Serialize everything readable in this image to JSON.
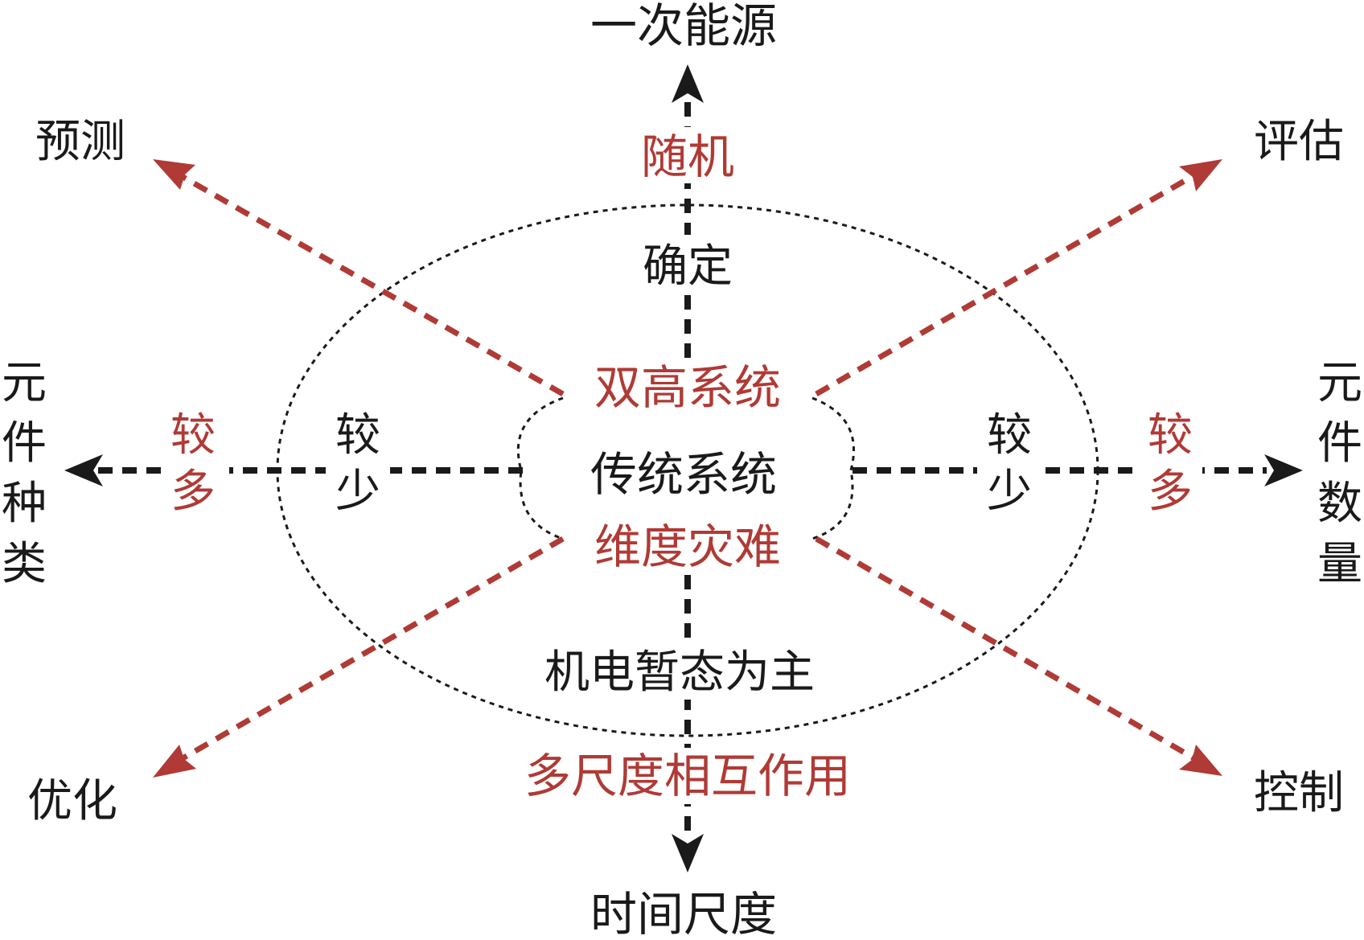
{
  "colors": {
    "black": "#1a1a1a",
    "red": "#b03a35"
  },
  "axes": {
    "top": "一次能源",
    "bottom": "时间尺度",
    "left_chars": [
      "元",
      "件",
      "种",
      "类"
    ],
    "right_chars": [
      "元",
      "件",
      "数",
      "量"
    ]
  },
  "vertical": {
    "upper_red": "随机",
    "upper_black": "确定",
    "lower_black": "机电暂态为主",
    "lower_red": "多尺度相互作用"
  },
  "horizontal": {
    "left_inner_chars": [
      "较",
      "少"
    ],
    "left_outer_chars": [
      "较",
      "多"
    ],
    "right_inner_chars": [
      "较",
      "少"
    ],
    "right_outer_chars": [
      "较",
      "多"
    ]
  },
  "center": {
    "top_red": "双高系统",
    "middle_black": "传统系统",
    "bottom_red": "维度灾难"
  },
  "diagonals": {
    "upper_left": "预测",
    "upper_right": "评估",
    "lower_left": "优化",
    "lower_right": "控制"
  }
}
